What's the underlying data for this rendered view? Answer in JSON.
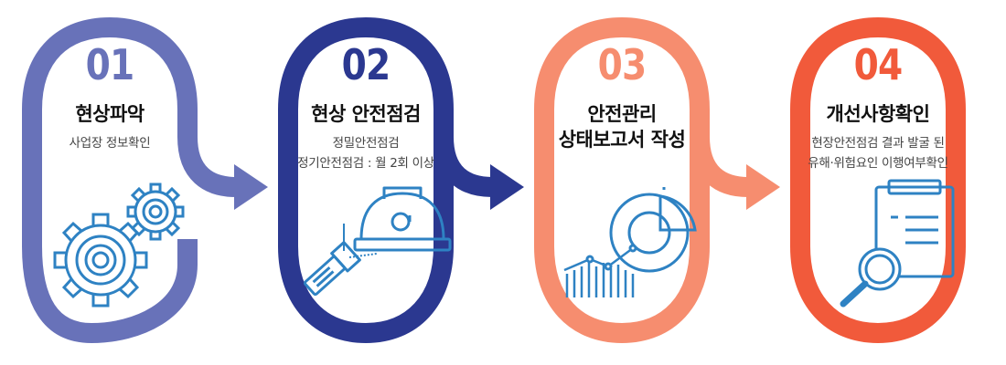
{
  "steps": [
    {
      "number": "01",
      "title_lines": [
        "현상파악"
      ],
      "desc_lines": [
        "사업장 정보확인"
      ],
      "color": "#6872b9",
      "icon": "gears-icon"
    },
    {
      "number": "02",
      "title_lines": [
        "현상 안전점검"
      ],
      "desc_lines": [
        "정밀안전점검",
        "정기안전점검 : 월 2회 이상"
      ],
      "color": "#2b3890",
      "icon": "hardhat-flashlight-icon"
    },
    {
      "number": "03",
      "title_lines": [
        "안전관리",
        "상태보고서 작성"
      ],
      "desc_lines": [],
      "color": "#f68d6f",
      "icon": "chart-report-icon"
    },
    {
      "number": "04",
      "title_lines": [
        "개선사항확인"
      ],
      "desc_lines": [
        "현장안전점검 결과 발굴 된",
        "유해·위험요인 이행여부확인"
      ],
      "color": "#f15a3b",
      "icon": "clipboard-magnifier-icon"
    }
  ],
  "icon_color": "#2e82c3"
}
